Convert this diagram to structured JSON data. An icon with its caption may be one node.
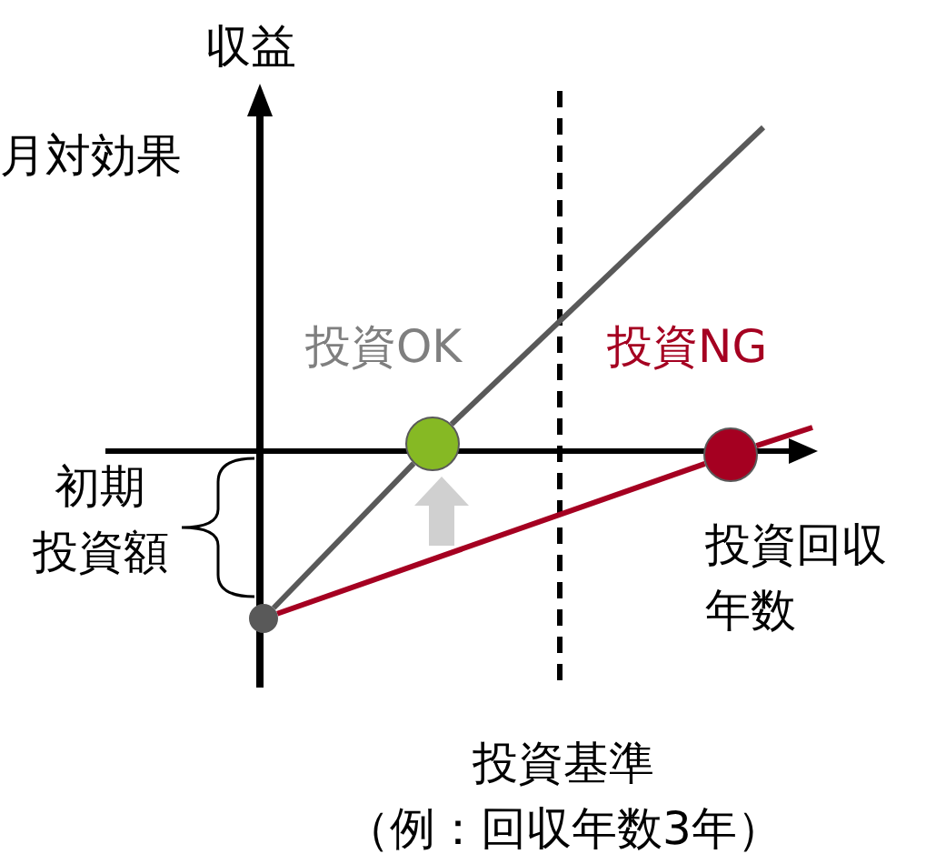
{
  "diagram": {
    "nodes": [
      {
        "text": [],
        "shape": "circle"
      },
      {
        "text": [],
        "shape": "circle"
      },
      {
        "text": [],
        "shape": "circle"
      }
    ],
    "edges": [
      {
        "from": 0,
        "to": 1,
        "arrow": "none",
        "color": "#595959"
      },
      {
        "from": 0,
        "to": 2,
        "arrow": "none",
        "color": "#a50021"
      }
    ],
    "labels": [
      "収益",
      "月対効果",
      "投資OK",
      "投資NG",
      "初期投資額",
      "投資回収年数",
      "投資基準",
      "（例：回収年数3年）"
    ]
  }
}
